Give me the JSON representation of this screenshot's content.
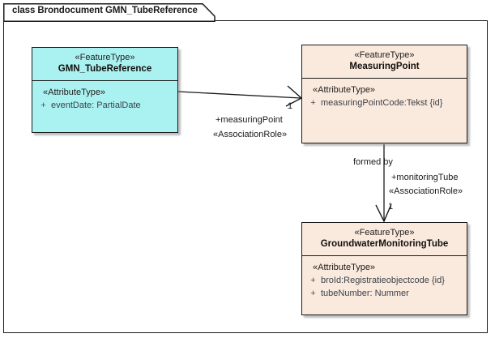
{
  "diagram": {
    "title": "class Brondocument GMN_TubeReference",
    "type": "uml-class-diagram",
    "colors": {
      "class_cyan_fill": "#AAF2F2",
      "class_peach_fill": "#FAEADE",
      "border": "#1A1A1A",
      "canvas": "#FFFFFF",
      "attribute_text": "#3C4149"
    }
  },
  "classes": [
    {
      "id": "gmn-tube-reference",
      "stereotype": "«FeatureType»",
      "name": "GMN_TubeReference",
      "fill": "#AAF2F2",
      "compartment_stereotype": "«AttributeType»",
      "attributes": [
        {
          "visibility": "+",
          "signature": "eventDate: PartialDate"
        }
      ]
    },
    {
      "id": "measuring-point",
      "stereotype": "«FeatureType»",
      "name": "MeasuringPoint",
      "fill": "#FAEADE",
      "compartment_stereotype": "«AttributeType»",
      "attributes": [
        {
          "visibility": "+",
          "signature": "measuringPointCode:Tekst {id}"
        }
      ]
    },
    {
      "id": "groundwater-monitoring-tube",
      "stereotype": "«FeatureType»",
      "name": "GroundwaterMonitoringTube",
      "fill": "#FAEADE",
      "compartment_stereotype": "«AttributeType»",
      "attributes": [
        {
          "visibility": "+",
          "signature": "broId:Registratieobjectcode {id}"
        },
        {
          "visibility": "+",
          "signature": "tubeNumber: Nummer"
        }
      ]
    }
  ],
  "associations": [
    {
      "id": "assoc-measuring-point",
      "source": "gmn-tube-reference",
      "target": "measuring-point",
      "name": "",
      "arrow": "open",
      "direction": "horizontal-right",
      "target_end": {
        "multiplicity": "1",
        "role": "+measuringPoint",
        "stereotype": "«AssociationRole»"
      }
    },
    {
      "id": "assoc-monitoring-tube",
      "source": "measuring-point",
      "target": "groundwater-monitoring-tube",
      "name": "formed by",
      "arrow": "open",
      "direction": "vertical-down",
      "target_end": {
        "multiplicity": "1",
        "role": "+monitoringTube",
        "stereotype": "«AssociationRole»"
      }
    }
  ]
}
